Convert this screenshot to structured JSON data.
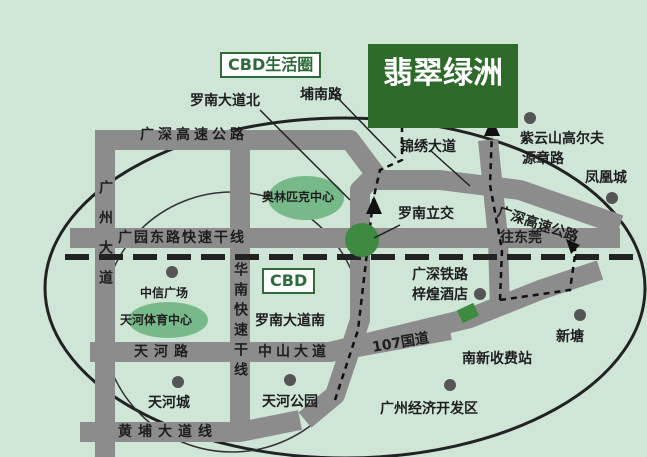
{
  "title": "翡翠绿洲",
  "cbd_circle_label": "CBD生活圈",
  "cbd_label": "CBD",
  "roads": {
    "guangshen_highway_west": "广深高速公路",
    "guangshen_highway_east": "广深高速公路",
    "guangyuan_express": "广园东路快速干线",
    "to_dongguan": "往东莞",
    "tianhe_road": "天河路",
    "zhongshan_avenue": "中山大道",
    "road_107": "107国道",
    "huangpu_avenue": "黄埔大道线",
    "guangzhou_avenue": "广州大道",
    "huanan_express": "华南快速干线",
    "luonan_north": "罗南大道北",
    "punan_road": "埔南路",
    "jinxiu_avenue": "锦绣大道",
    "luonan_south": "罗南大道南",
    "guangshen_railway": "广深铁路",
    "yuanzhang_road": "源章路"
  },
  "places": {
    "olympic_center": "奥林匹克中心",
    "luonan_interchange": "罗南立交",
    "citic_plaza": "中信广场",
    "tianhe_sports": "天河体育中心",
    "tianhe_city": "天河城",
    "tianhe_park": "天河公园",
    "zihuang_hotel": "梓煌酒店",
    "nanxin_toll": "南新收费站",
    "xintang": "新塘",
    "gz_dev_zone": "广州经济开发区",
    "ziyunshan": "紫云山高尔夫",
    "fenghuang_city": "凤凰城"
  },
  "colors": {
    "background": "#cfe6d6",
    "road": "#8c8c8c",
    "title_box": "#2e6b2a",
    "place_green": "#78b989"
  }
}
